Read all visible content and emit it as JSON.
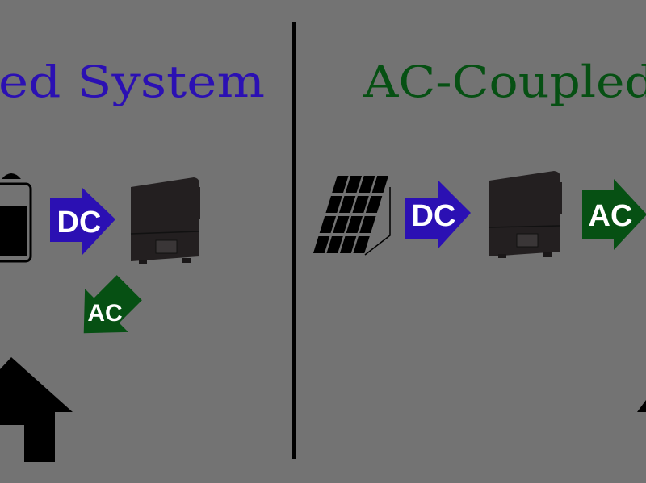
{
  "left_panel": {
    "title": "ed System",
    "dc_label": "DC",
    "ac_label": "AC"
  },
  "right_panel": {
    "title": "AC-Coupled",
    "dc_label": "DC",
    "ac_label": "AC"
  },
  "colors": {
    "background": "#737373",
    "dc_blue": "#2b10b3",
    "ac_green": "#065013",
    "left_title": "#2b10b3",
    "right_title": "#065013",
    "inverter": "#231f20"
  },
  "icons": [
    "battery-icon",
    "inverter-icon",
    "house-icon",
    "solar-panel-icon",
    "dc-arrow-icon",
    "ac-arrow-icon"
  ]
}
